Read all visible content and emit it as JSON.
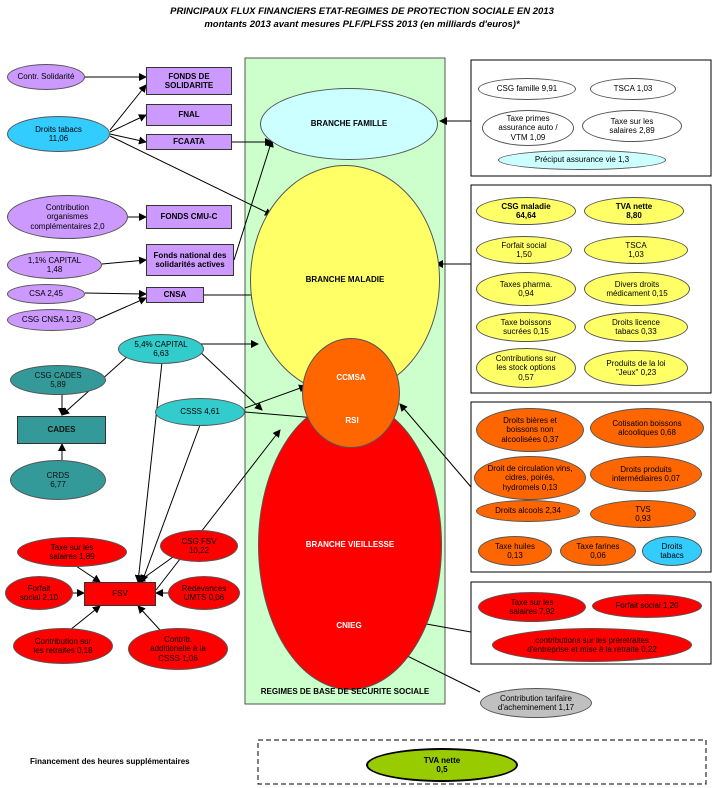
{
  "title": {
    "line1": "PRINCIPAUX FLUX FINANCIERS ETAT-REGIMES DE PROTECTION SOCIALE EN 2013",
    "line2": "montants 2013 avant mesures PLF/PLFSS 2013 (en milliards d'euros)*"
  },
  "left": {
    "contr_solidarite": "Contr. Solidarité",
    "droits_tabacs": "Droits tabacs\n11,06",
    "contribution_organismes": "Contribution\norganismes\ncomplémentaires 2,0",
    "capital_1_1": "1,1% CAPITAL\n1,48",
    "csa": "CSA 2,45",
    "csg_cnsa": "CSG CNSA 1,23",
    "capital_5_4": "5,4% CAPITAL\n6,63",
    "csss": "CSSS 4,61",
    "csg_cades": "CSG CADES\n5,89",
    "cades": "CADES",
    "crds": "CRDS\n6,77",
    "taxe_salaires": "Taxe sur les\nsalaires 1,89",
    "csg_fsv": "CSG FSV\n10,22",
    "forfait_social": "Forfait\nsocial 2,10",
    "fsv": "FSV",
    "redevances_umts": "Redevances\nUMTS 0,06",
    "contribution_retraites": "Contribution sur\nles retraites 0,18",
    "contrib_additionelle": "Contrib.\nadditionelle à la\nCSSS 1,06"
  },
  "funds": {
    "fonds_solidarite": "FONDS DE\nSOLIDARITE",
    "fnal": "FNAL",
    "fcaata": "FCAATA",
    "fonds_cmu": "FONDS CMU-C",
    "fonds_national": "Fonds national des\nsolidarités actives",
    "cnsa": "CNSA"
  },
  "center": {
    "branche_famille": "BRANCHE FAMILLE",
    "branche_maladie": "BRANCHE MALADIE",
    "ccmsa": "CCMSA",
    "rsi": "RSI",
    "branche_vieillesse": "BRANCHE VIEILLESSE",
    "cnieg": "CNIEG",
    "regimes_label": "REGIMES DE BASE DE SECURITE SOCIALE"
  },
  "right_famille": {
    "csg_famille": "CSG famille 9,91",
    "tsca": "TSCA 1,03",
    "taxe_primes": "Taxe primes\nassurance auto /\nVTM 1,09",
    "taxe_salaires": "Taxe sur les\nsalaires  2,89",
    "preciput": "Préciput assurance vie 1,3"
  },
  "right_maladie": {
    "csg_maladie": "CSG maladie\n64,64",
    "tva_nette": "TVA  nette\n8,80",
    "forfait_social": "Forfait social\n1,50",
    "tsca": "TSCA\n1,03",
    "taxes_pharma": "Taxes pharma.\n0,94",
    "divers_droits": "Divers droits\nmédicament 0,15",
    "taxe_boissons": "Taxe boissons\nsucrées 0,15",
    "droits_licence": "Droits licence\ntabacs 0,33",
    "contributions_stock": "Contributions sur\nles stock options\n0,57",
    "produits_loi": "Produits de la loi\n\"Jeux\" 0,23"
  },
  "right_vieillesse": {
    "droits_bieres": "Droits bières et\nboissons non\nalcoolisées  0,37",
    "cotisation_boissons": "Cotisation boissons\nalcooliques 0,68",
    "droit_circulation": "Droit de circulation vins,\ncidres, poirés,\nhydromels 0,13",
    "droits_produits": "Droits produits\nintermédiaires 0,07",
    "droits_alcools": "Droits alcools 2,34",
    "tvs": "TVS\n0,93",
    "taxe_huiles": "Taxe huiles\n0,13",
    "taxe_farines": "Taxe farines\n0,06",
    "droits_tabacs": "Droits\ntabacs"
  },
  "right_cnieg": {
    "taxe_salaires": "Taxe sur les\nsalaires 7,92",
    "forfait_social": "Forfait social 1,20",
    "contributions_preretraites": "contributions sur les préretraites\nd'entreprise et mise à la retraite 0,22"
  },
  "bottom": {
    "contribution_tarifaire": "Contribution tarifaire\nd'acheminement  1,17",
    "heures_sup": "Financement des heures supplémentaires",
    "tva_nette": "TVA  nette\n0,5"
  },
  "colors": {
    "purple": "#cc99ff",
    "cyan": "#33ccff",
    "teal": "#339999",
    "light_teal": "#33cccc",
    "red": "#ff0000",
    "orange": "#ff6600",
    "yellow": "#ffff66",
    "light_cyan": "#ccffff",
    "regimes_bg": "#ccffcc",
    "lime": "#99cc00",
    "grey": "#c0c0c0"
  }
}
